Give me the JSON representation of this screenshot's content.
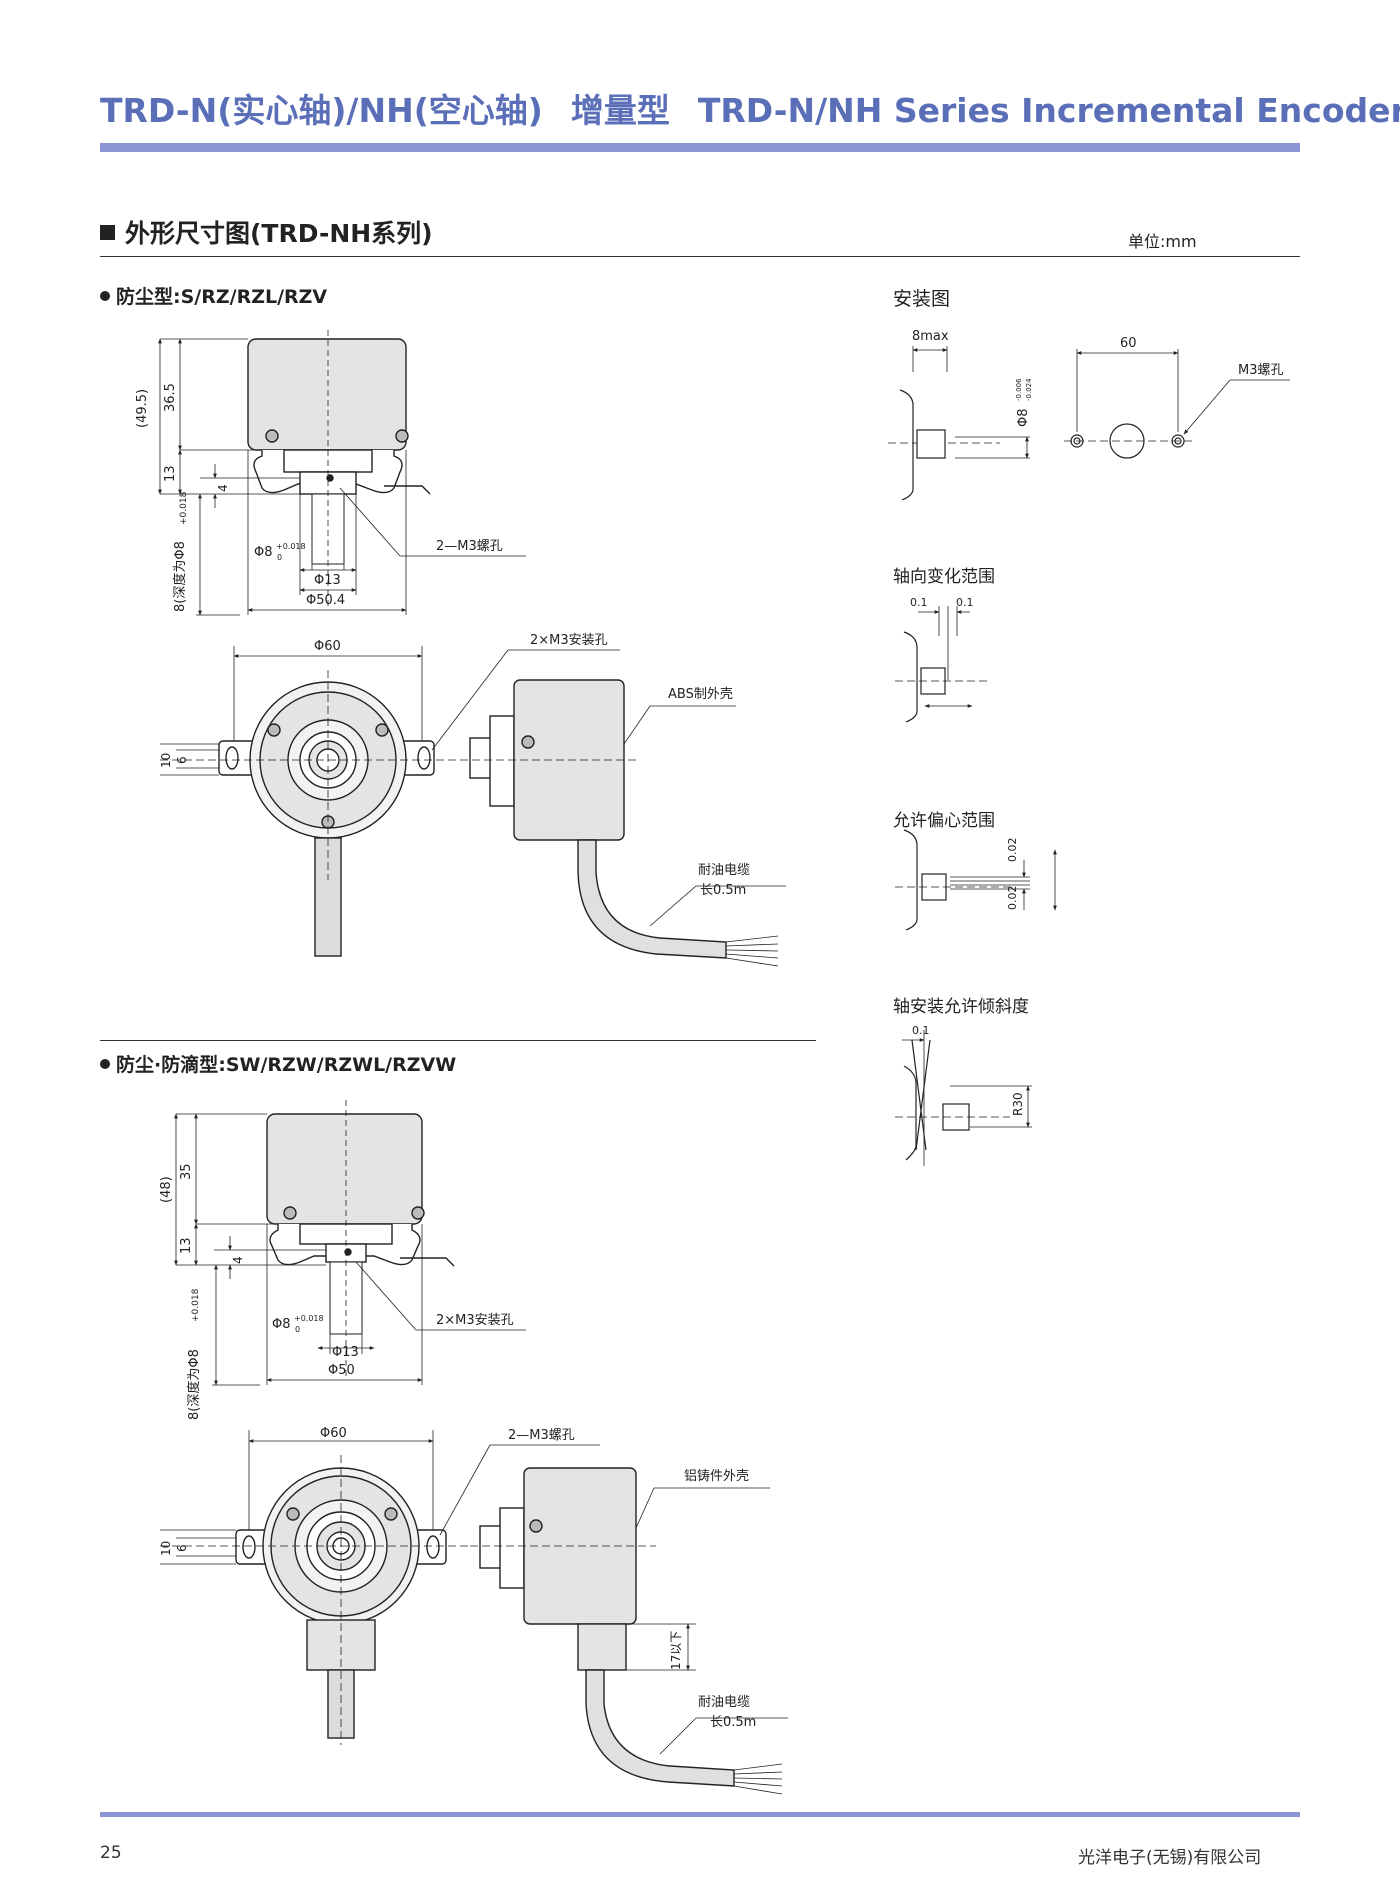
{
  "header": {
    "title_cn": "TRD-N(实心轴)/NH(空心轴)",
    "title_type": "增量型",
    "title_en": "TRD-N/NH  Series Incremental Encoders"
  },
  "section": {
    "title": "外形尺寸图(TRD-NH系列)",
    "unit": "单位:mm"
  },
  "colors": {
    "accent": "#5b6fb8",
    "bar": "#8b97d4",
    "housing": "#e4e4e4"
  },
  "variant1": {
    "title": "防尘型:S/RZ/RZL/RZV",
    "dims": {
      "total_h": "(49.5)",
      "body_h": "36.5",
      "flange_h": "13",
      "dim4": "4",
      "depth": "8(深度为Φ8",
      "phi8": "Φ8",
      "tol_up": "+0.018",
      "tol_dn": "0",
      "phi13": "Φ13",
      "phi504": "Φ50.4",
      "screw": "2—M3螺孔",
      "phi60": "Φ60",
      "mount_holes": "2×M3安装孔",
      "housing": "ABS制外壳",
      "d10": "10",
      "d6": "6",
      "cable1": "耐油电缆",
      "cable2": "长0.5m"
    }
  },
  "variant2": {
    "title": "防尘·防滴型:SW/RZW/RZWL/RZVW",
    "dims": {
      "total_h": "(48)",
      "body_h": "35",
      "flange_h": "13",
      "dim4": "4",
      "depth": "8(深度为Φ8",
      "phi8": "Φ8",
      "tol_up": "+0.018",
      "tol_dn": "0",
      "phi13": "Φ13",
      "phi50": "Φ50",
      "mount_holes": "2×M3安装孔",
      "phi60": "Φ60",
      "screw": "2—M3螺孔",
      "housing": "铝铸件外壳",
      "d10": "10",
      "d6": "6",
      "d17": "17以下",
      "cable1": "耐油电缆",
      "cable2": "长0.5m"
    }
  },
  "install": {
    "title": "安装图",
    "max8": "8max",
    "phi8": "Φ8",
    "tol_up": "-0.006",
    "tol_dn": "-0.024",
    "d60": "60",
    "m3": "M3螺孔",
    "axial_title": "轴向变化范围",
    "axial1": "0.1",
    "axial2": "0.1",
    "ecc_title": "允许偏心范围",
    "ecc1": "0.02",
    "ecc2": "0.02",
    "tilt_title": "轴安装允许倾斜度",
    "tilt1": "0.1",
    "tilt2": "R30"
  },
  "footer": {
    "page": "25",
    "company": "光洋电子(无锡)有限公司"
  }
}
